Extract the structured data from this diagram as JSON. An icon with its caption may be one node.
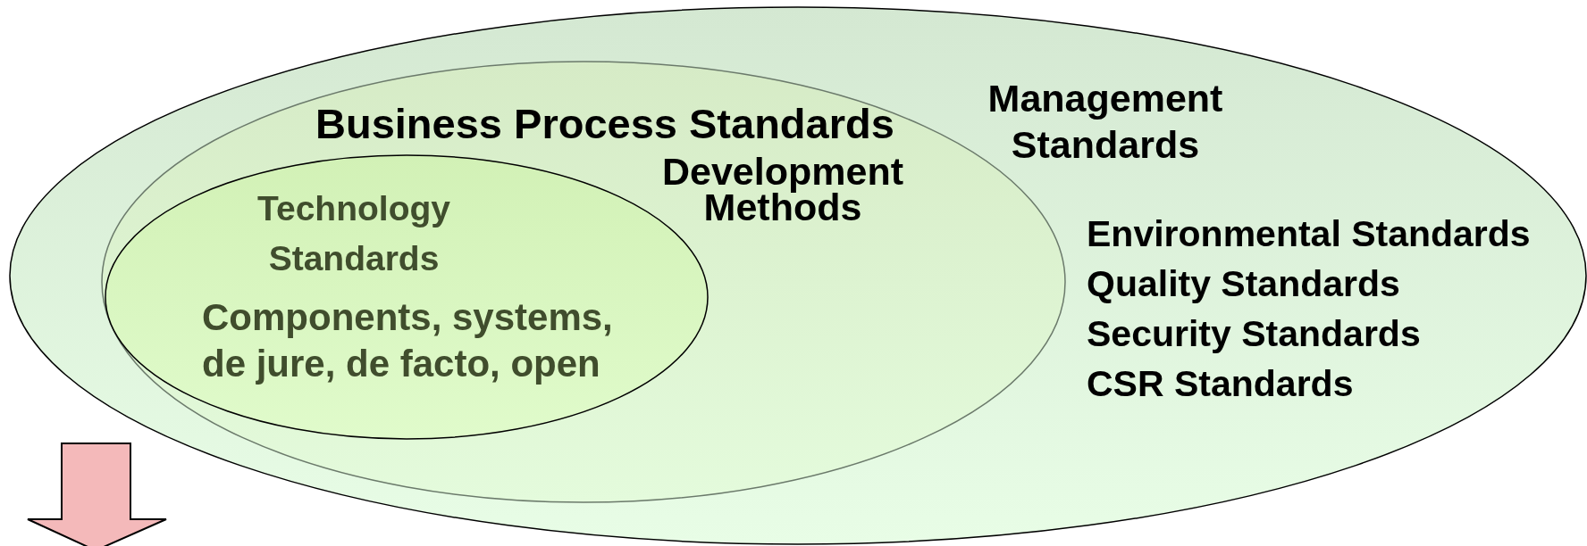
{
  "diagram": {
    "nodes": [
      {
        "text": [
          "Management Standards",
          "Environmental Standards",
          "Quality Standards",
          "Security Standards",
          "CSR Standards"
        ]
      },
      {
        "text": [
          "Business Process Standards",
          "Development Methods"
        ],
        "in": 0
      },
      {
        "text": [
          "Technology Standards",
          "Components, systems, de jure, de facto, open"
        ],
        "in": 1
      }
    ]
  }
}
